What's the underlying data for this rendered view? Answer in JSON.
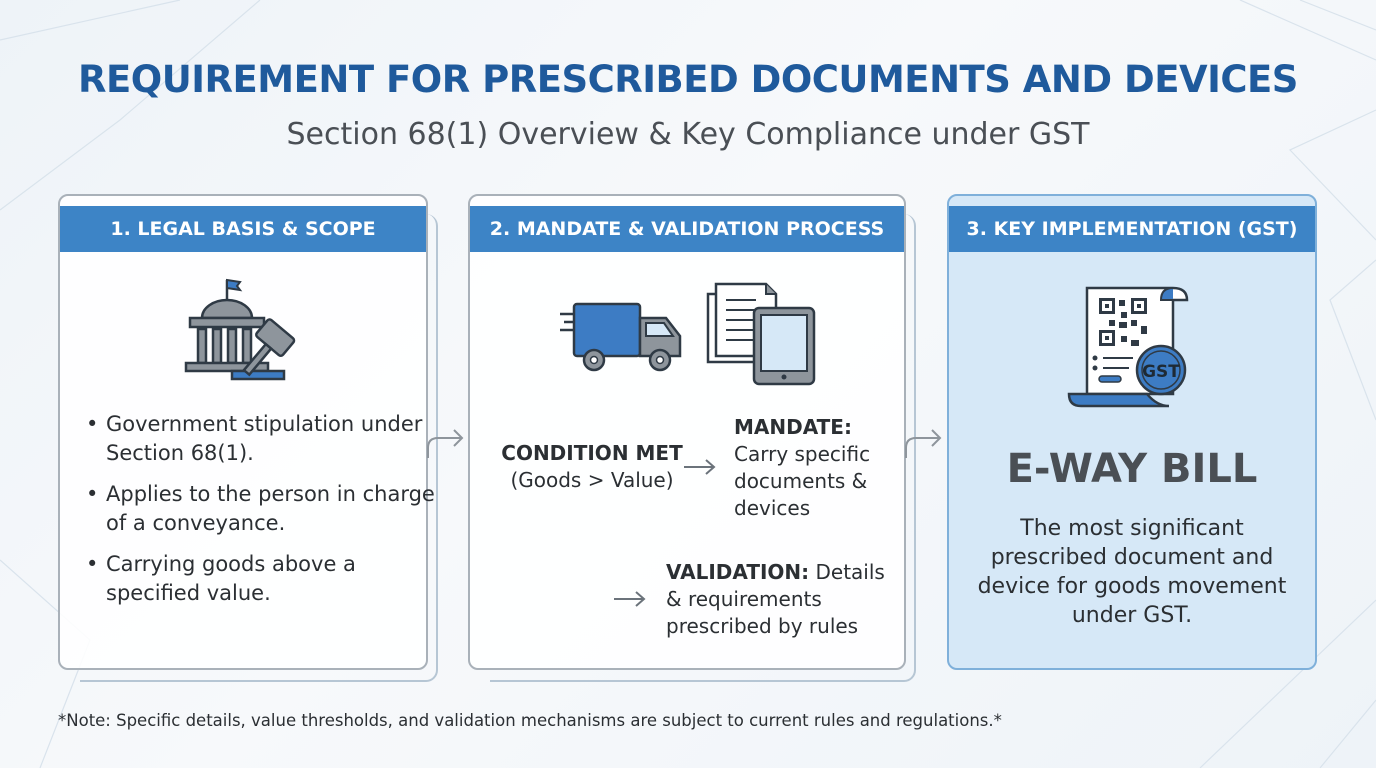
{
  "header": {
    "title": "REQUIREMENT FOR PRESCRIBED DOCUMENTS AND DEVICES",
    "subtitle": "Section 68(1) Overview & Key Compliance under GST"
  },
  "panels": [
    {
      "heading": "1. LEGAL BASIS & SCOPE",
      "icon": "government-building-gavel-icon",
      "bullets": [
        "Government stipulation under Section 68(1).",
        "Applies to the person in charge of a conveyance.",
        "Carrying goods above a specified value."
      ]
    },
    {
      "heading": "2. MANDATE & VALIDATION PROCESS",
      "icons": [
        "delivery-truck-icon",
        "documents-tablet-icon"
      ],
      "condition": {
        "label": "CONDITION MET",
        "detail": "(Goods > Value)"
      },
      "mandate": {
        "label": "MANDATE:",
        "detail": "Carry specific documents & devices"
      },
      "validation": {
        "label": "VALIDATION:",
        "detail": "Details & requirements prescribed by rules"
      }
    },
    {
      "heading": "3. KEY IMPLEMENTATION (GST)",
      "icon": "gst-qr-document-icon",
      "icon_badge": "GST",
      "title": "E-WAY BILL",
      "description": "The most significant prescribed document and device for goods movement under GST."
    }
  ],
  "note": "*Note: Specific details, value thresholds, and validation mechanisms are subject to current rules and regulations.*",
  "colors": {
    "title": "#1f5a9c",
    "header_bar": "#3d84c6",
    "highlight_panel": "#d6e8f7",
    "icon_blue": "#3d7cc4",
    "icon_gray": "#8e959c"
  }
}
